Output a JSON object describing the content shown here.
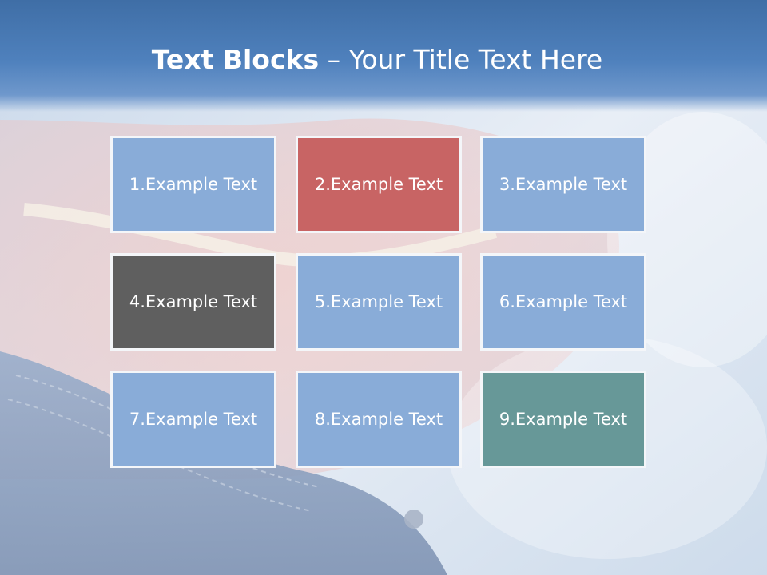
{
  "title": {
    "bold": "Text Blocks",
    "rest": " – Your Title Text Here"
  },
  "blocks": [
    {
      "label": "1.Example Text",
      "color": "#89acd8"
    },
    {
      "label": "2.Example Text",
      "color": "#c86464"
    },
    {
      "label": "3.Example Text",
      "color": "#89acd8"
    },
    {
      "label": "4.Example Text",
      "color": "#5f5f5f"
    },
    {
      "label": "5.Example Text",
      "color": "#89acd8"
    },
    {
      "label": "6.Example Text",
      "color": "#89acd8"
    },
    {
      "label": "7.Example Text",
      "color": "#89acd8"
    },
    {
      "label": "8.Example Text",
      "color": "#89acd8"
    },
    {
      "label": "9.Example Text",
      "color": "#679898"
    }
  ]
}
